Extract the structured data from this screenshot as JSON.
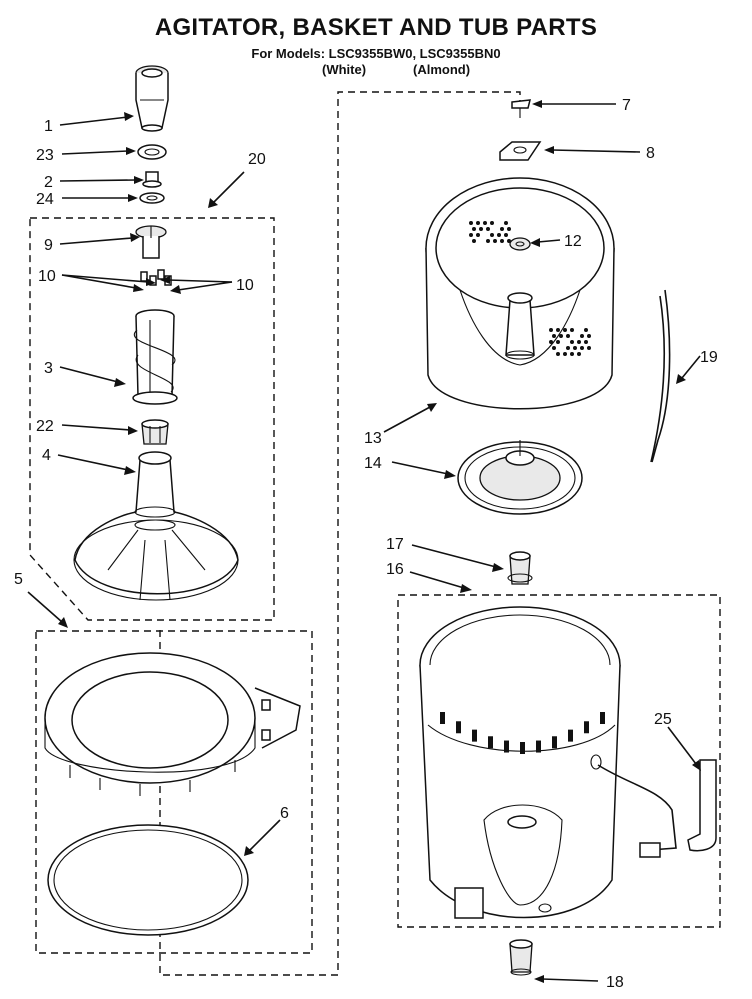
{
  "header": {
    "title": "AGITATOR, BASKET AND TUB PARTS",
    "models_line": "For Models: LSC9355BW0, LSC9355BN0",
    "color_white": "(White)",
    "color_almond": "(Almond)"
  },
  "callouts": {
    "c1": "1",
    "c2": "2",
    "c3": "3",
    "c4": "4",
    "c5": "5",
    "c6": "6",
    "c7": "7",
    "c8": "8",
    "c9": "9",
    "c10a": "10",
    "c10b": "10",
    "c12": "12",
    "c13": "13",
    "c14": "14",
    "c16": "16",
    "c17": "17",
    "c18": "18",
    "c19": "19",
    "c20": "20",
    "c22": "22",
    "c23": "23",
    "c24": "24",
    "c25": "25"
  }
}
